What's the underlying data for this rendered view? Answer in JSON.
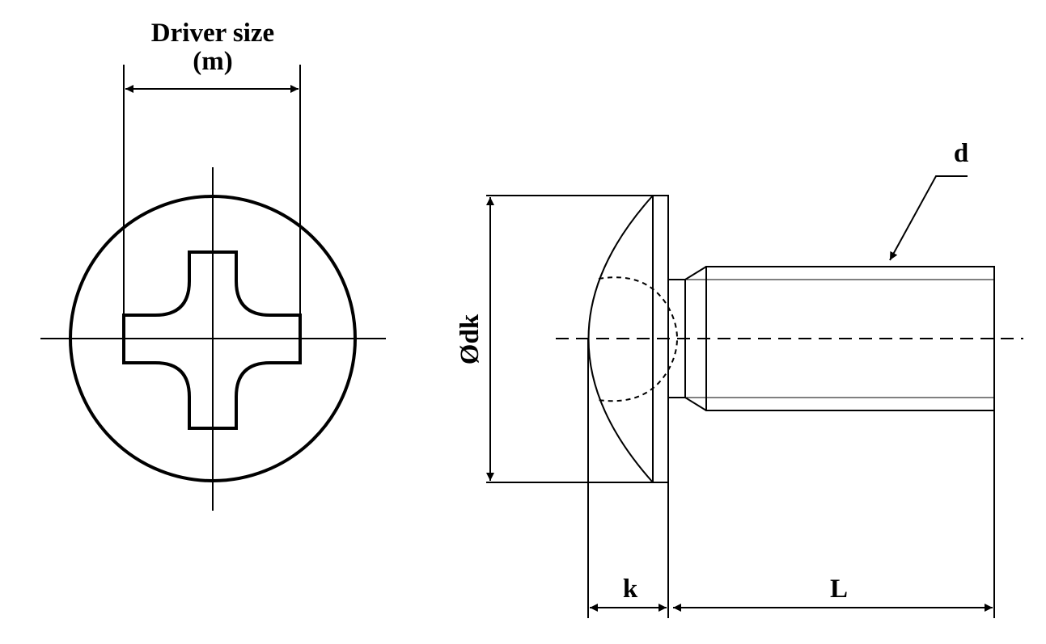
{
  "labels": {
    "driver_size_line1": "Driver size",
    "driver_size_line2": "(m)",
    "head_diameter": "Ødk",
    "thread_diameter": "d",
    "head_height": "k",
    "length": "L"
  },
  "colors": {
    "line": "#000000",
    "background": "#ffffff"
  }
}
